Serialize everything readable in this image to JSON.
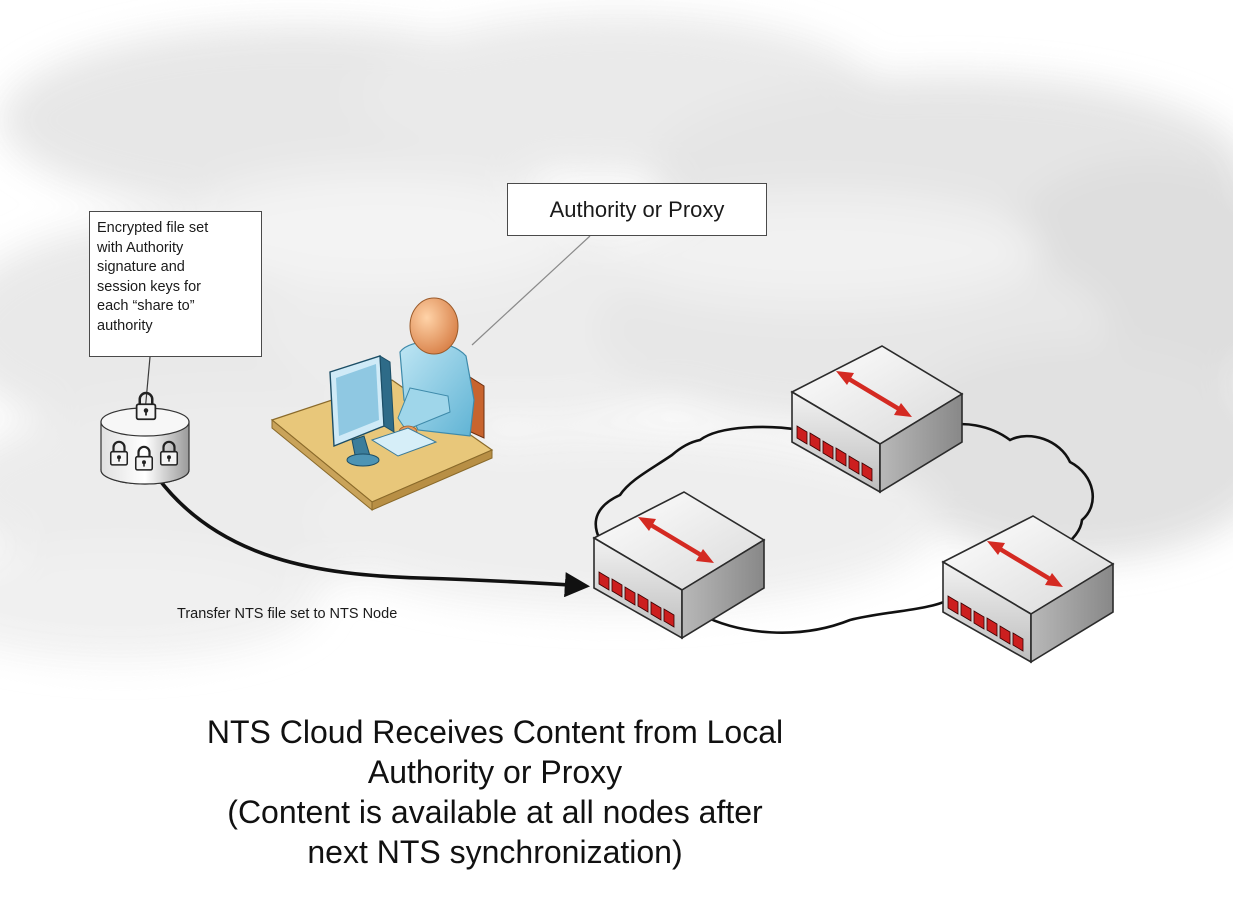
{
  "diagram": {
    "fileset_callout_lines": [
      "Encrypted file set",
      "with Authority",
      "signature and",
      "session keys for",
      "each “share to”",
      "authority"
    ],
    "authority_callout": "Authority or Proxy",
    "transfer_label": "Transfer NTS file set to NTS Node",
    "caption_lines": [
      "NTS Cloud Receives Content from Local",
      "Authority or Proxy",
      "(Content is available at all nodes after",
      "next NTS synchronization)"
    ],
    "icons": {
      "encrypted_file_set": "locked-database-icon",
      "workstation_user": "person-at-desk-icon",
      "nts_nodes": "network-switch-icon",
      "nts_cloud": "cloud-network-icon"
    },
    "colors": {
      "switch_arrow": "#d42a22",
      "switch_ports": "#cc1f1f",
      "person_skin": "#e89a5c",
      "person_shirt": "#8fd0e8",
      "desk": "#e8c77a"
    }
  }
}
